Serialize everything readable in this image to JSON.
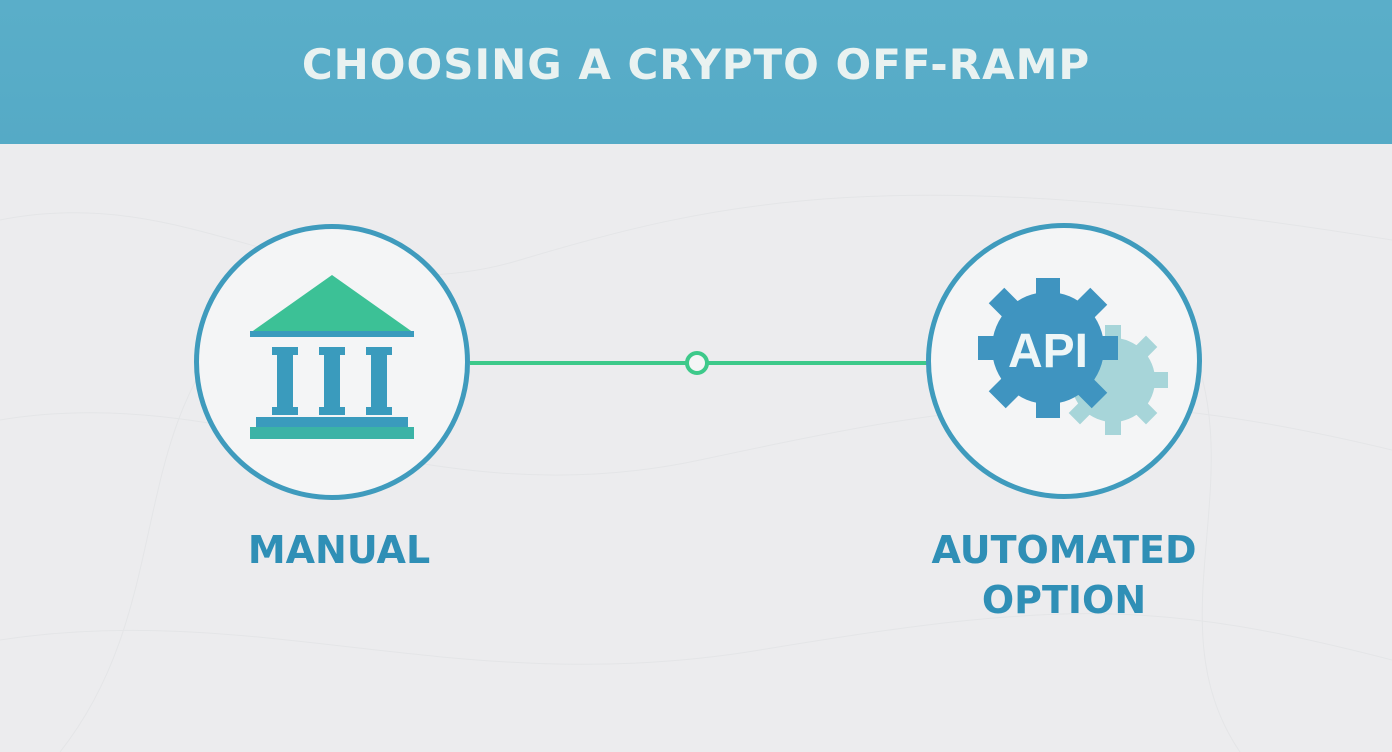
{
  "header": {
    "title": "CHOOSING A CRYPTO OFF-RAMP"
  },
  "options": {
    "manual": {
      "label": "MANUAL",
      "icon": "bank-building-icon"
    },
    "automated": {
      "label_line1": "AUTOMATED",
      "label_line2": "OPTION",
      "icon": "api-gear-icon",
      "icon_text": "API"
    }
  },
  "colors": {
    "header_bg": "#57abc7",
    "header_text": "#e9f2f1",
    "accent_blue": "#3f9bbd",
    "accent_green": "#3dc98a",
    "label_text": "#2f8fb6",
    "background": "#ececee"
  }
}
